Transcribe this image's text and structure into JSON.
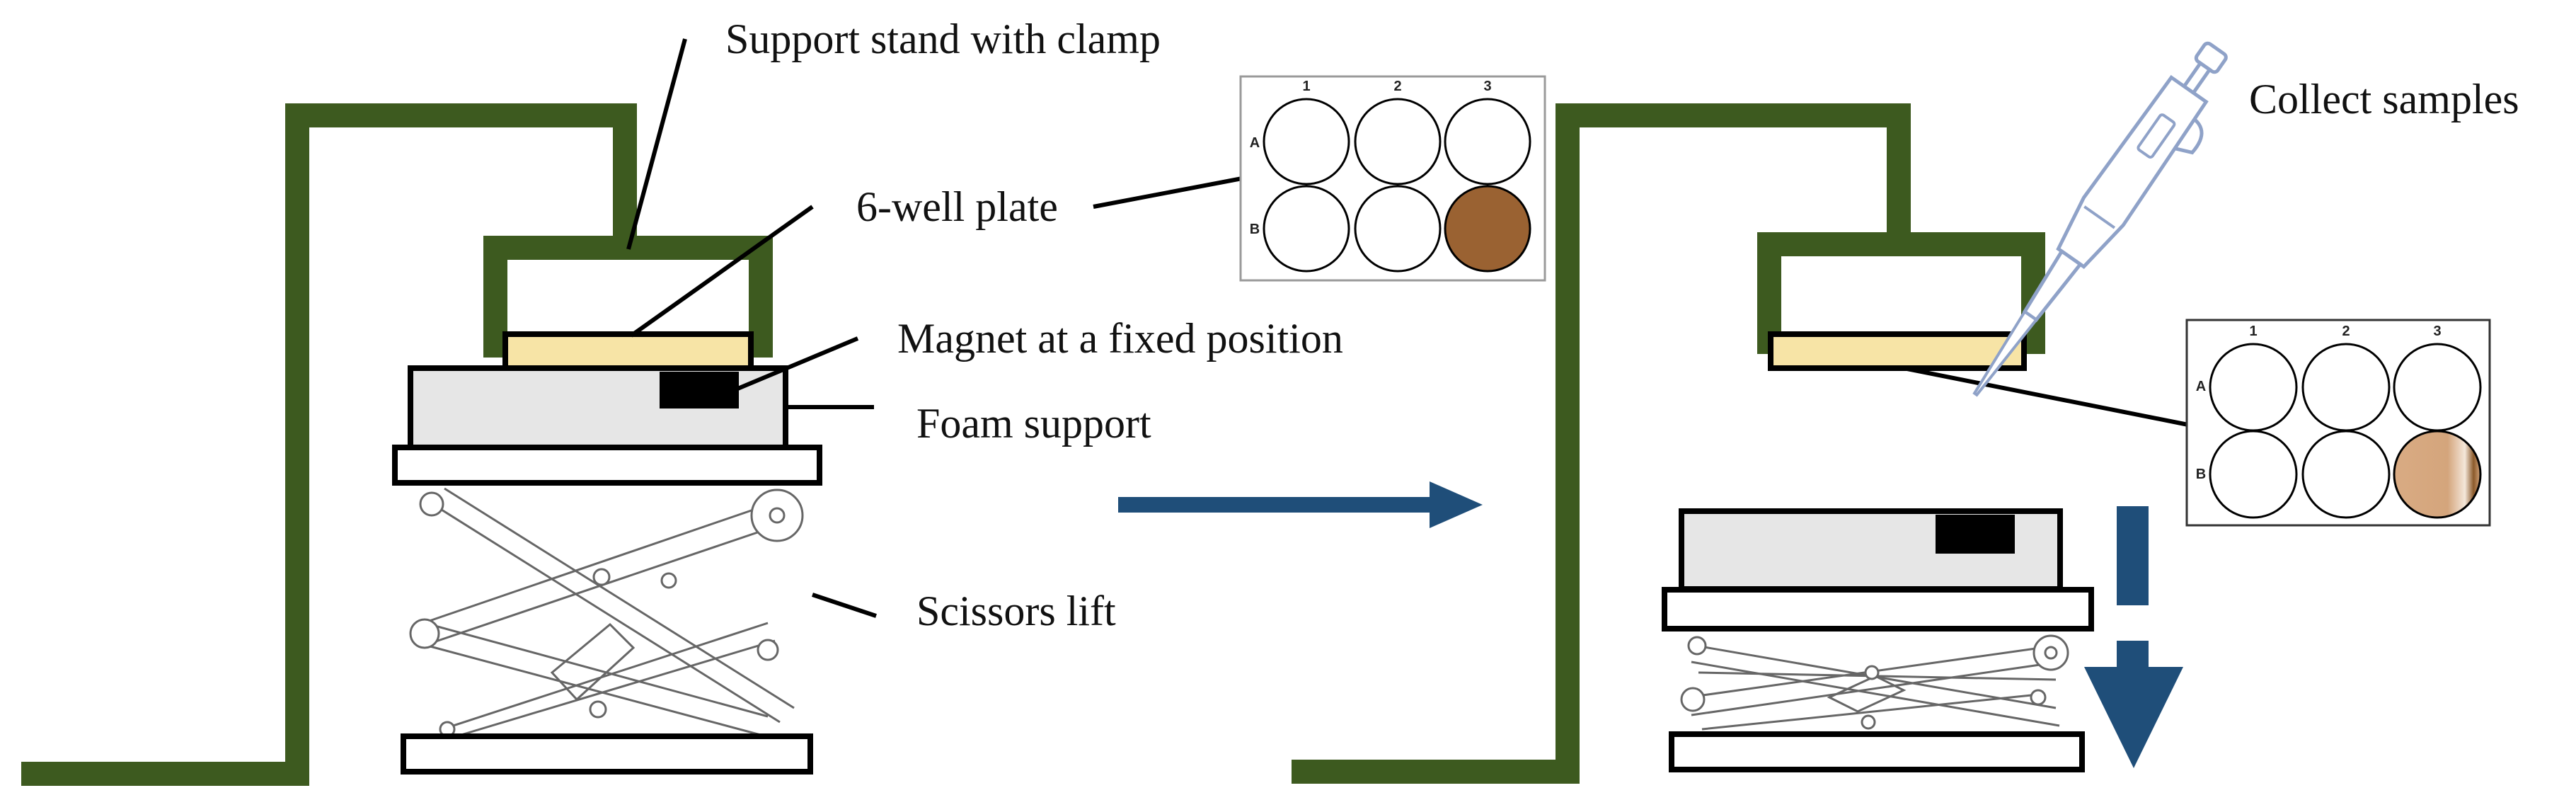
{
  "labels": {
    "support_stand": "Support stand with clamp",
    "well_plate": "6-well plate",
    "magnet": "Magnet at a fixed position",
    "foam": "Foam support",
    "scissors": "Scissors lift",
    "collect": "Collect samples"
  },
  "plate_columns": [
    "1",
    "2",
    "3"
  ],
  "plate_rows": [
    "A",
    "B"
  ],
  "colors": {
    "stand": "#3d5a1f",
    "plate": "#f7e4a6",
    "foam": "#e6e6e6",
    "magnet": "#000000",
    "arrow": "#1f4e79",
    "sample_full": "#9a6232",
    "sample_collected": "#d4a57c",
    "pipette": "#8fa2c8"
  }
}
